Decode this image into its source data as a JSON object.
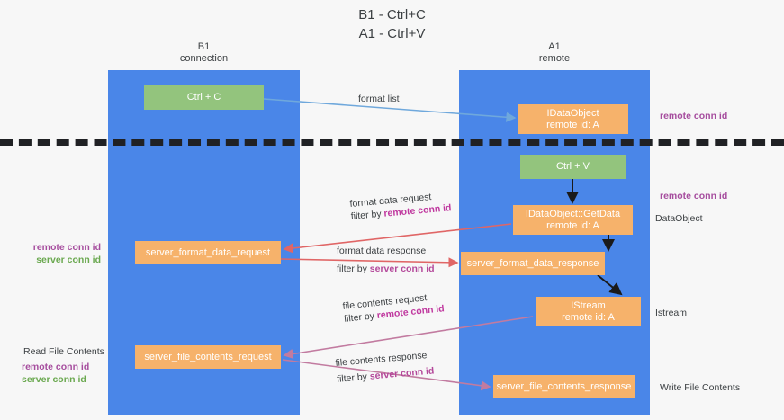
{
  "title": "B1 - Ctrl+C\nA1 - Ctrl+V",
  "columns": [
    {
      "name": "B1",
      "role": "connection",
      "label": "B1\nconnection"
    },
    {
      "name": "A1",
      "role": "remote",
      "label": "A1\nremote"
    }
  ],
  "nodes": {
    "ctrl_c": {
      "label": "Ctrl + C",
      "color": "#93c47d"
    },
    "idataobject": {
      "line1": "IDataObject",
      "line2": "remote id: A",
      "color": "#f6b26b"
    },
    "ctrl_v": {
      "label": "Ctrl + V",
      "color": "#93c47d"
    },
    "getdata": {
      "line1": "IDataObject::GetData",
      "line2": "remote id: A",
      "color": "#f6b26b"
    },
    "server_format_data_request": {
      "label": "server_format_data_request",
      "color": "#f6b26b"
    },
    "server_format_data_response": {
      "label": "server_format_data_response",
      "color": "#f6b26b"
    },
    "istream": {
      "line1": "IStream",
      "line2": "remote id: A",
      "color": "#f6b26b"
    },
    "server_file_contents_request": {
      "label": "server_file_contents_request",
      "color": "#f6b26b"
    },
    "server_file_contents_response": {
      "label": "server_file_contents_response",
      "color": "#f6b26b"
    }
  },
  "edges": {
    "format_list": {
      "label": "format list",
      "color": "#6fa8dc"
    },
    "format_data_request": {
      "label": "format data request",
      "filter_prefix": "filter by ",
      "filter_key": "remote conn id",
      "color": "#e06666"
    },
    "format_data_response": {
      "label": "format data response",
      "filter_prefix": "filter by ",
      "filter_key": "server conn id",
      "color": "#e06666"
    },
    "file_contents_request": {
      "label": "file contents request",
      "filter_prefix": "filter by ",
      "filter_key": "remote conn id",
      "color": "#c27ba0"
    },
    "file_contents_response": {
      "label": "file contents response",
      "filter_prefix": "filter by ",
      "filter_key": "server conn id",
      "color": "#c27ba0"
    }
  },
  "annotations": {
    "right_remote_conn_id_top": "remote conn id",
    "right_remote_conn_id_mid": "remote conn id",
    "dataobject": "DataObject",
    "istream": "Istream",
    "write_file_contents": "Write File Contents",
    "read_file_contents": "Read File Contents",
    "left_remote_conn_id": "remote conn id",
    "left_server_conn_id": "server conn id",
    "left_remote_conn_id_2": "remote conn id",
    "left_server_conn_id_2": "server conn id"
  },
  "colors": {
    "lane": "#4a86e8",
    "green_box": "#93c47d",
    "orange_box": "#f6b26b",
    "separator": "#202124",
    "purple_tag": "#a64d9e",
    "green_tag": "#6aa84f",
    "red_arrow": "#e06666",
    "blue_arrow": "#6fa8dc",
    "magenta_arrow": "#c27ba0",
    "background": "#f7f7f7"
  }
}
